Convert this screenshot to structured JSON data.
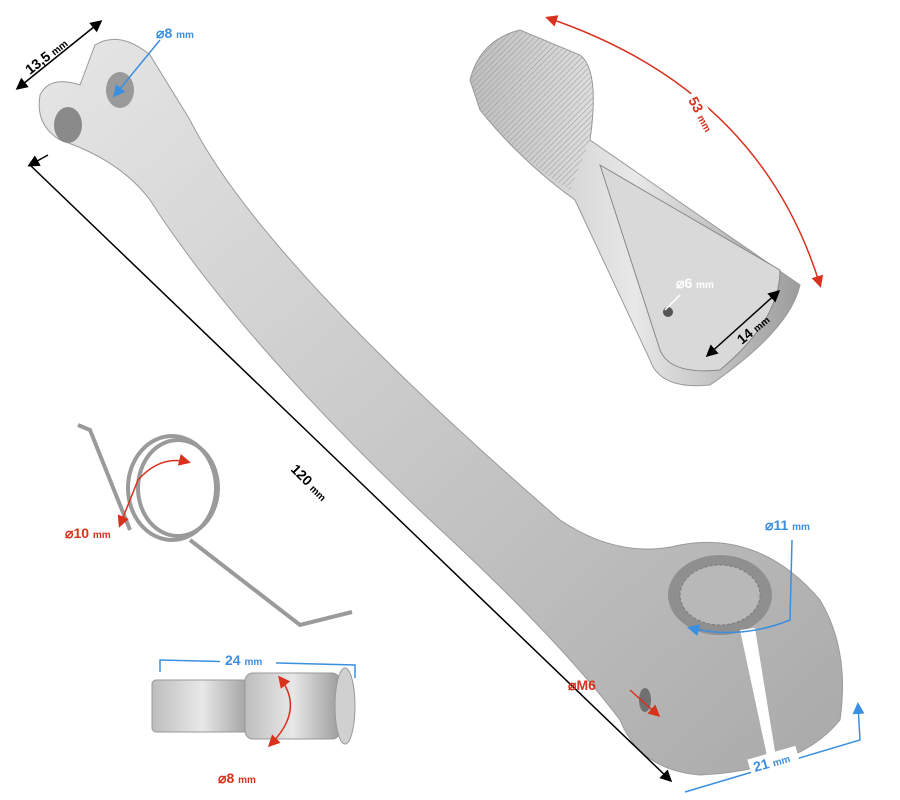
{
  "colors": {
    "black_dim": "#000000",
    "blue_dim": "#3b8fe0",
    "red_dim": "#d8321e",
    "metal": "#c9c9c9"
  },
  "lever": {
    "eye_width": {
      "value": "13,5",
      "unit": "mm"
    },
    "eye_hole": {
      "symbol": "⌀",
      "value": "8",
      "unit": "mm"
    },
    "length": {
      "value": "120",
      "unit": "mm"
    },
    "spline": {
      "symbol": "⌀",
      "value": "11",
      "unit": "mm"
    },
    "clamp_bolt": {
      "symbol": "⌀",
      "value": "M6"
    },
    "clamp_width": {
      "value": "21",
      "unit": "mm"
    }
  },
  "peg": {
    "length": {
      "value": "53",
      "unit": "mm"
    },
    "hole": {
      "symbol": "⌀",
      "value": "6",
      "unit": "mm"
    },
    "slot": {
      "value": "14",
      "unit": "mm"
    }
  },
  "spring": {
    "inner": {
      "symbol": "⌀",
      "value": "10",
      "unit": "mm"
    }
  },
  "pin": {
    "length": {
      "value": "24",
      "unit": "mm"
    },
    "diameter": {
      "symbol": "⌀",
      "value": "8",
      "unit": "mm"
    }
  }
}
